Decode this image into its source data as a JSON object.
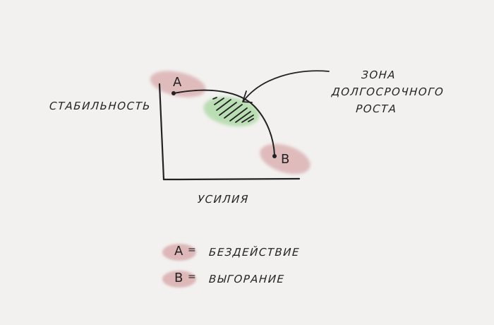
{
  "diagram": {
    "axes": {
      "y_label": "СТАБИЛЬНОСТЬ",
      "x_label": "УСИЛИЯ"
    },
    "points": {
      "a": "A",
      "b": "B"
    },
    "zone": {
      "lines": [
        "ЗОНА",
        "ДОЛГОСРОЧНОГО",
        "РОСТА"
      ]
    },
    "legend": [
      {
        "key": "A",
        "eq": "=",
        "text": "БЕЗДЕЙСТВИЕ"
      },
      {
        "key": "B",
        "eq": "=",
        "text": "ВЫГОРАНИЕ"
      }
    ],
    "colors": {
      "background": "#f2f1ef",
      "point_highlight": "#dcb2b4",
      "zone_highlight": "#b5dcae",
      "ink": "#222222"
    }
  }
}
